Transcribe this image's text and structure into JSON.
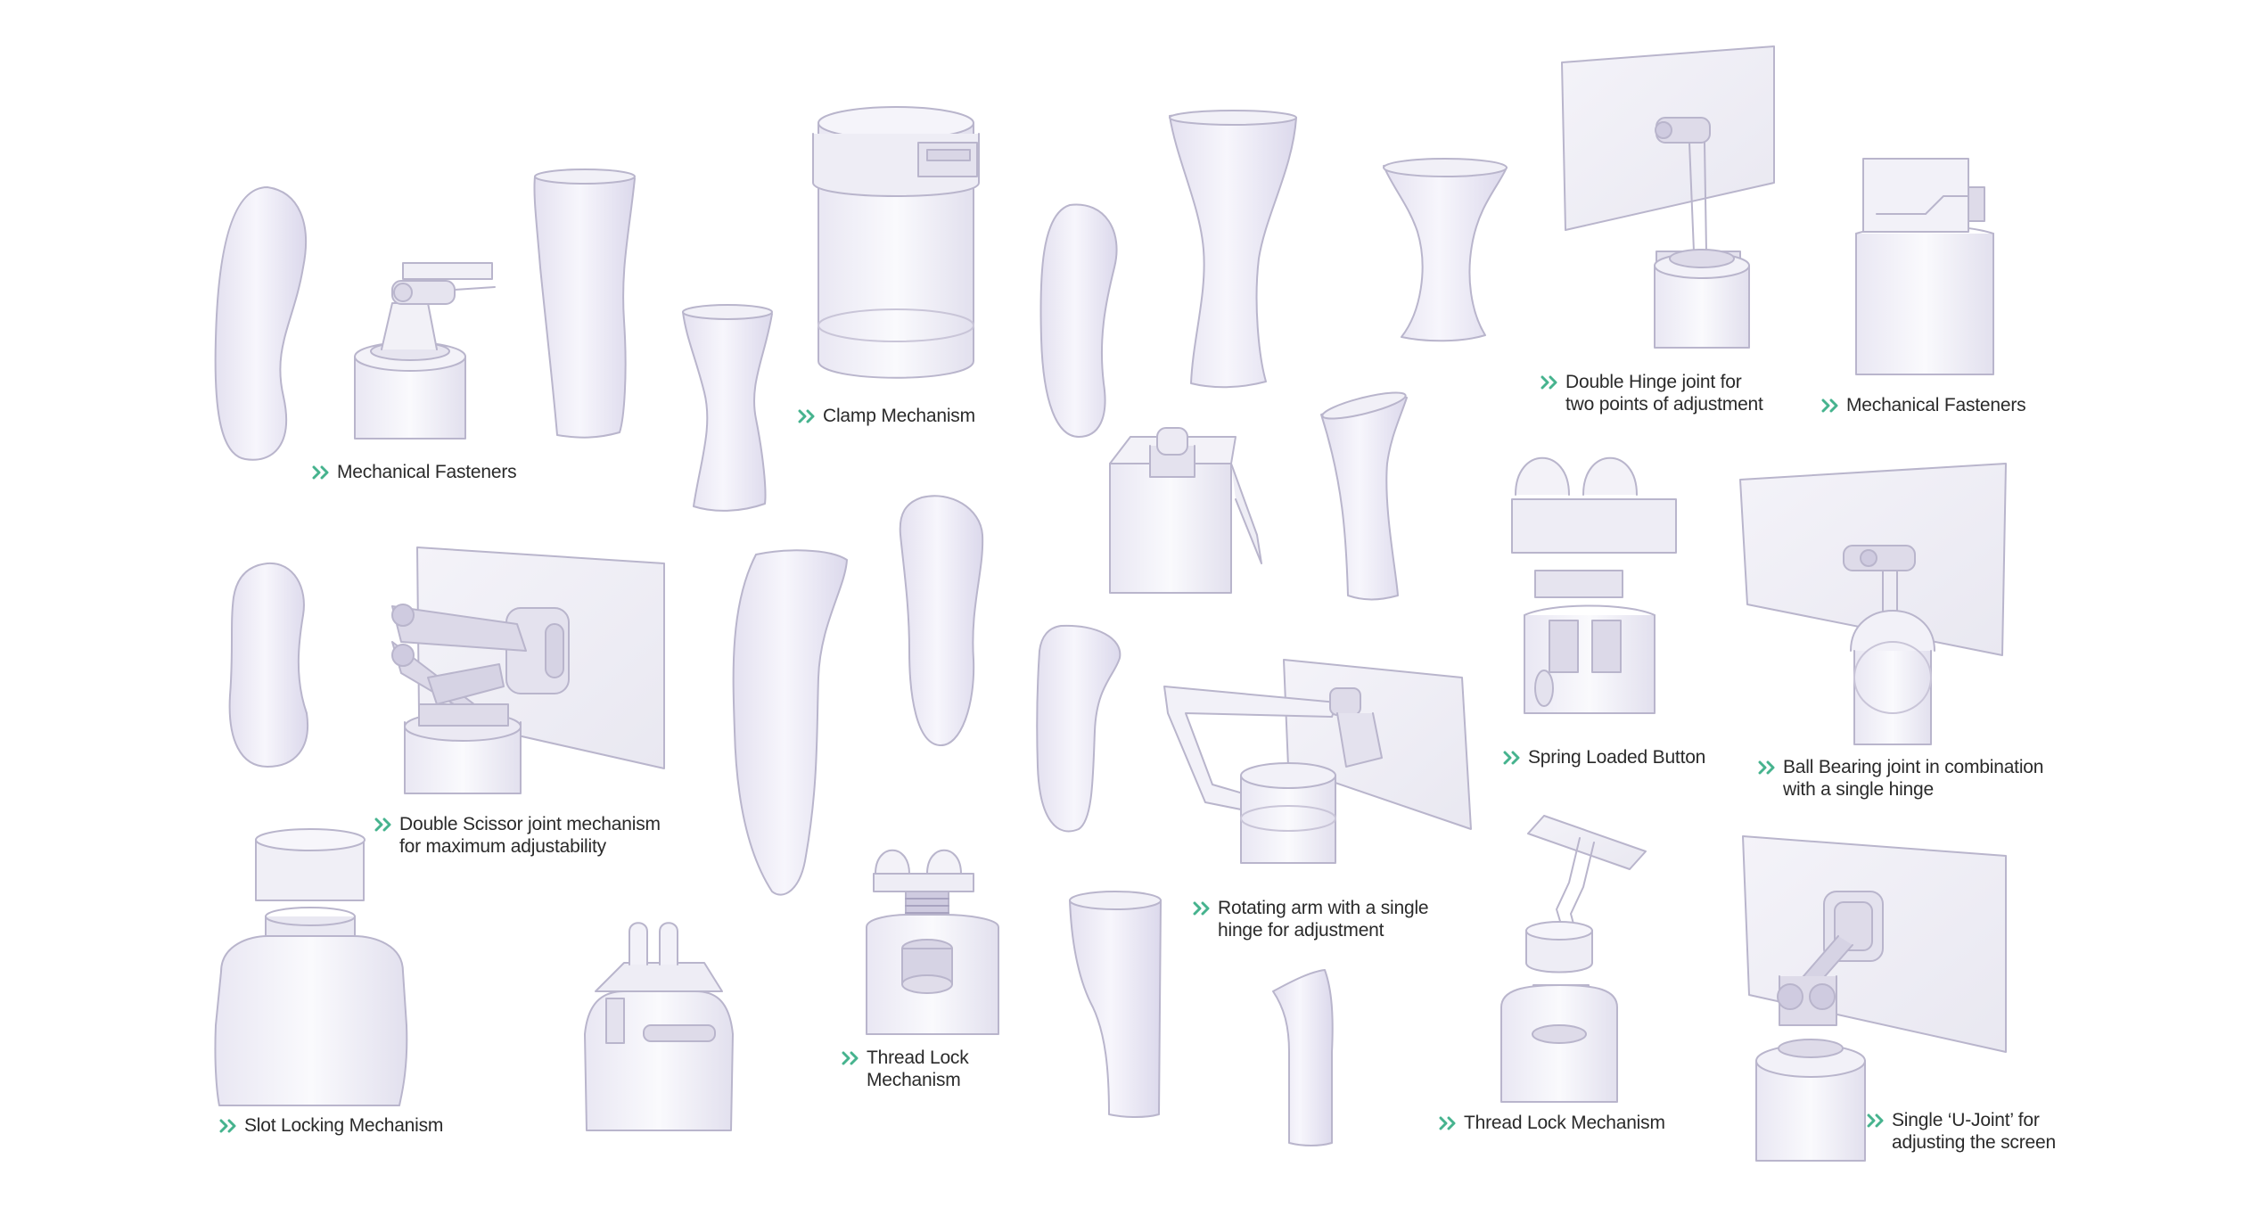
{
  "accent_color": "#46b38e",
  "labels": {
    "mech_fasteners_1": "Mechanical Fasteners",
    "clamp": "Clamp Mechanism",
    "double_hinge_1": "Double Hinge joint for",
    "double_hinge_2": "two points of adjustment",
    "mech_fasteners_2": "Mechanical Fasteners",
    "spring_button": "Spring Loaded Button",
    "ball_bearing_1": "Ball Bearing joint in combination",
    "ball_bearing_2": "with a single hinge",
    "double_scissor_1": "Double Scissor joint mechanism",
    "double_scissor_2": "for maximum adjustability",
    "rotating_arm_1": "Rotating arm with a single",
    "rotating_arm_2": "hinge for adjustment",
    "thread_lock_a_1": "Thread Lock",
    "thread_lock_a_2": "Mechanism",
    "slot_locking": "Slot Locking Mechanism",
    "thread_lock_b": "Thread Lock Mechanism",
    "u_joint_1": "Single ‘U-Joint’ for",
    "u_joint_2": "adjusting the screen"
  },
  "icons": {
    "chevron": "double-chevron-right-icon"
  }
}
